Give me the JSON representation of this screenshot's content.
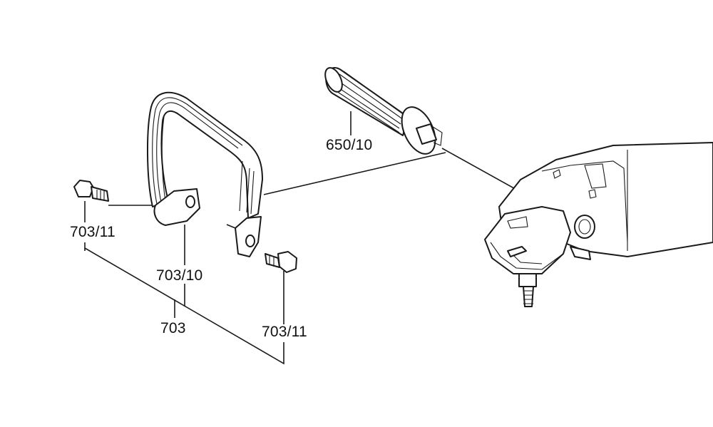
{
  "labels": {
    "handle_grip": "650/10",
    "bolt_left": "703/11",
    "bow_handle": "703/10",
    "assembly": "703",
    "bolt_right": "703/11"
  },
  "colors": {
    "ink": "#1a1a1a",
    "paper": "#ffffff"
  }
}
